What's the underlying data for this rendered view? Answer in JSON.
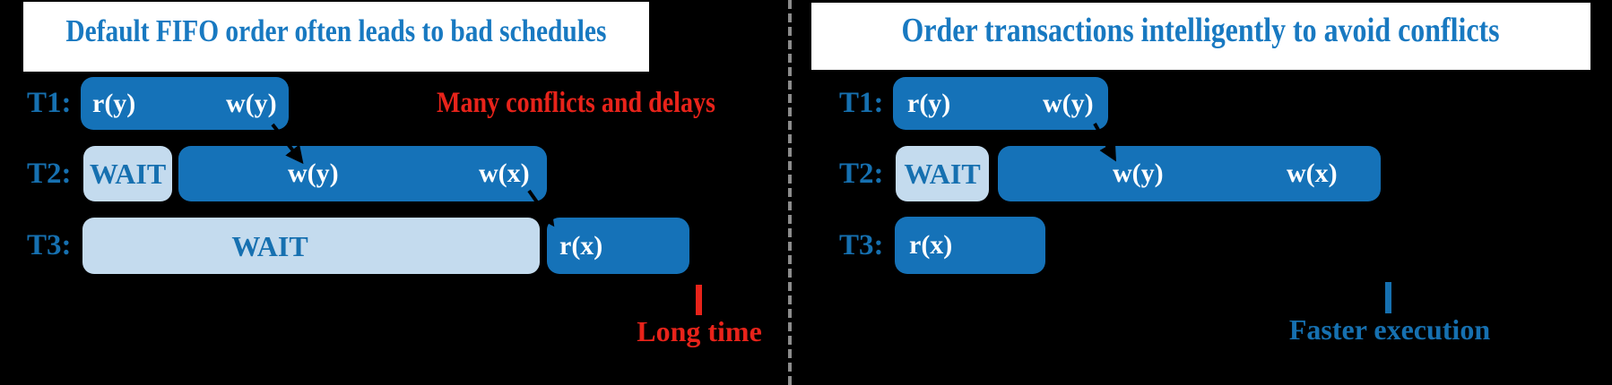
{
  "colors": {
    "box-blue": "#1572b8",
    "wait-blue": "#c4dbee",
    "label-blue": "#1670b0",
    "title-blue": "#1879c1",
    "alert-red": "#e8231a",
    "divider-gray": "#8c8c8c",
    "panel-bg": "#000000",
    "header-bg": "#ffffff"
  },
  "left": {
    "title": "Default FIFO order often leads to bad schedules",
    "annotation": "Many conflicts and delays",
    "time_label": "Long time",
    "t1": {
      "label": "T1:",
      "ops": [
        "r(y)",
        "w(y)"
      ]
    },
    "t2": {
      "label": "T2:",
      "wait": "WAIT",
      "ops": [
        "w(y)",
        "w(x)"
      ]
    },
    "t3": {
      "label": "T3:",
      "wait": "WAIT",
      "op": "r(x)"
    }
  },
  "right": {
    "title": "Order transactions intelligently to avoid conflicts",
    "time_label": "Faster execution",
    "t1": {
      "label": "T1:",
      "ops": [
        "r(y)",
        "w(y)"
      ]
    },
    "t2": {
      "label": "T2:",
      "wait": "WAIT",
      "ops": [
        "w(y)",
        "w(x)"
      ]
    },
    "t3": {
      "label": "T3:",
      "op": "r(x)"
    }
  }
}
